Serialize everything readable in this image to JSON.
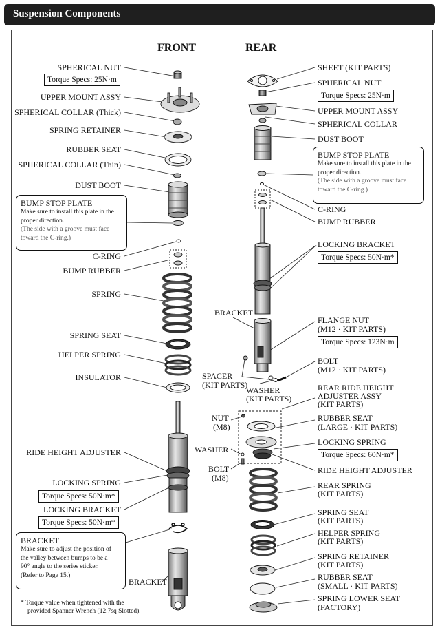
{
  "page_title": "Suspension Components",
  "front": {
    "heading": "FRONT",
    "labels": {
      "spherical_nut": "SPHERICAL NUT",
      "spherical_nut_torque": "Torque Specs: 25N·m",
      "upper_mount": "UPPER MOUNT ASSY",
      "collar_thick": "SPHERICAL COLLAR (Thick)",
      "spring_retainer": "SPRING RETAINER",
      "rubber_seat": "RUBBER SEAT",
      "collar_thin": "SPHERICAL COLLAR (Thin)",
      "dust_boot": "DUST BOOT",
      "c_ring": "C-RING",
      "bump_rubber": "BUMP RUBBER",
      "spring": "SPRING",
      "spring_seat": "SPRING SEAT",
      "helper_spring": "HELPER SPRING",
      "insulator": "INSULATOR",
      "ride_height_adjuster": "RIDE HEIGHT ADJUSTER",
      "locking_spring": "LOCKING SPRING",
      "locking_spring_torque": "Torque Specs: 50N·m*",
      "locking_bracket": "LOCKING BRACKET",
      "locking_bracket_torque": "Torque Specs: 50N·m*",
      "bracket": "BRACKET"
    },
    "bump_note": {
      "title": "BUMP STOP PLATE",
      "line1": "Make sure to install this plate in the",
      "line2": "proper direction.",
      "line3": "(The side with a groove must face",
      "line4": "toward the C-ring.)"
    },
    "bracket_note": {
      "title": "BRACKET",
      "line1": "Make sure to adjust the position of",
      "line2": "the valley between bumps to be a",
      "line3": "90° angle to the series sticker.",
      "line4": "(Refer to Page 15.)"
    }
  },
  "rear": {
    "heading": "REAR",
    "labels": {
      "sheet": "SHEET (KIT PARTS)",
      "spherical_nut": "SPHERICAL NUT",
      "spherical_nut_torque": "Torque Specs: 25N·m",
      "upper_mount": "UPPER MOUNT ASSY",
      "spherical_collar": "SPHERICAL COLLAR",
      "dust_boot": "DUST BOOT",
      "c_ring": "C-RING",
      "bump_rubber": "BUMP RUBBER",
      "locking_bracket": "LOCKING BRACKET",
      "locking_bracket_torque": "Torque Specs: 50N·m*",
      "bracket": "BRACKET",
      "flange_nut_1": "FLANGE NUT",
      "flange_nut_2": "(M12 · KIT PARTS)",
      "flange_nut_torque": "Torque Specs: 123N·m",
      "spacer_1": "SPACER",
      "spacer_2": "(KIT PARTS)",
      "bolt_1": "BOLT",
      "bolt_2": "(M12 · KIT PARTS)",
      "washer_1": "WASHER",
      "washer_2": "(KIT PARTS)",
      "adjuster_assy_1": "REAR RIDE HEIGHT",
      "adjuster_assy_2": "ADJUSTER ASSY",
      "adjuster_assy_3": "(KIT PARTS)",
      "nut_1": "NUT",
      "nut_2": "(M8)",
      "rubber_seat_large_1": "RUBBER SEAT",
      "rubber_seat_large_2": "(LARGE · KIT PARTS)",
      "washer_m8": "WASHER",
      "locking_spring": "LOCKING SPRING",
      "locking_spring_torque": "Torque Specs: 60N·m*",
      "bolt_m8_1": "BOLT",
      "bolt_m8_2": "(M8)",
      "ride_height_adjuster": "RIDE HEIGHT ADJUSTER",
      "rear_spring_1": "REAR SPRING",
      "rear_spring_2": "(KIT PARTS)",
      "spring_seat_1": "SPRING SEAT",
      "spring_seat_2": "(KIT PARTS)",
      "helper_spring_1": "HELPER SPRING",
      "helper_spring_2": "(KIT PARTS)",
      "spring_retainer_1": "SPRING RETAINER",
      "spring_retainer_2": "(KIT PARTS)",
      "rubber_seat_small_1": "RUBBER SEAT",
      "rubber_seat_small_2": "(SMALL · KIT PARTS)",
      "lower_seat_1": "SPRING LOWER SEAT",
      "lower_seat_2": "(FACTORY)"
    },
    "bump_note": {
      "title": "BUMP STOP PLATE",
      "line1": "Make sure to install this plate in the",
      "line2": "proper direction.",
      "line3": "(The side with a groove must face",
      "line4": "toward the C-ring.)"
    }
  },
  "footnote": {
    "line1": "* Torque value when tightened with the",
    "line2": "provided Spanner Wrench (12.7sq Slotted)."
  }
}
